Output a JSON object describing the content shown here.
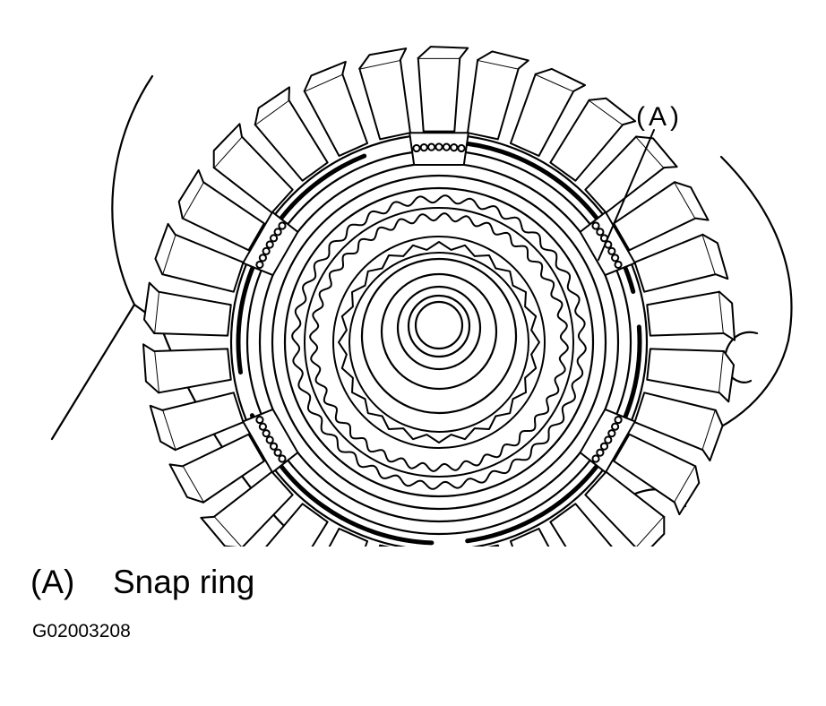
{
  "diagram": {
    "callout": "(A)",
    "legend": [
      {
        "key": "(A)",
        "text": "Snap ring"
      }
    ],
    "figure_id": "G02003208"
  }
}
